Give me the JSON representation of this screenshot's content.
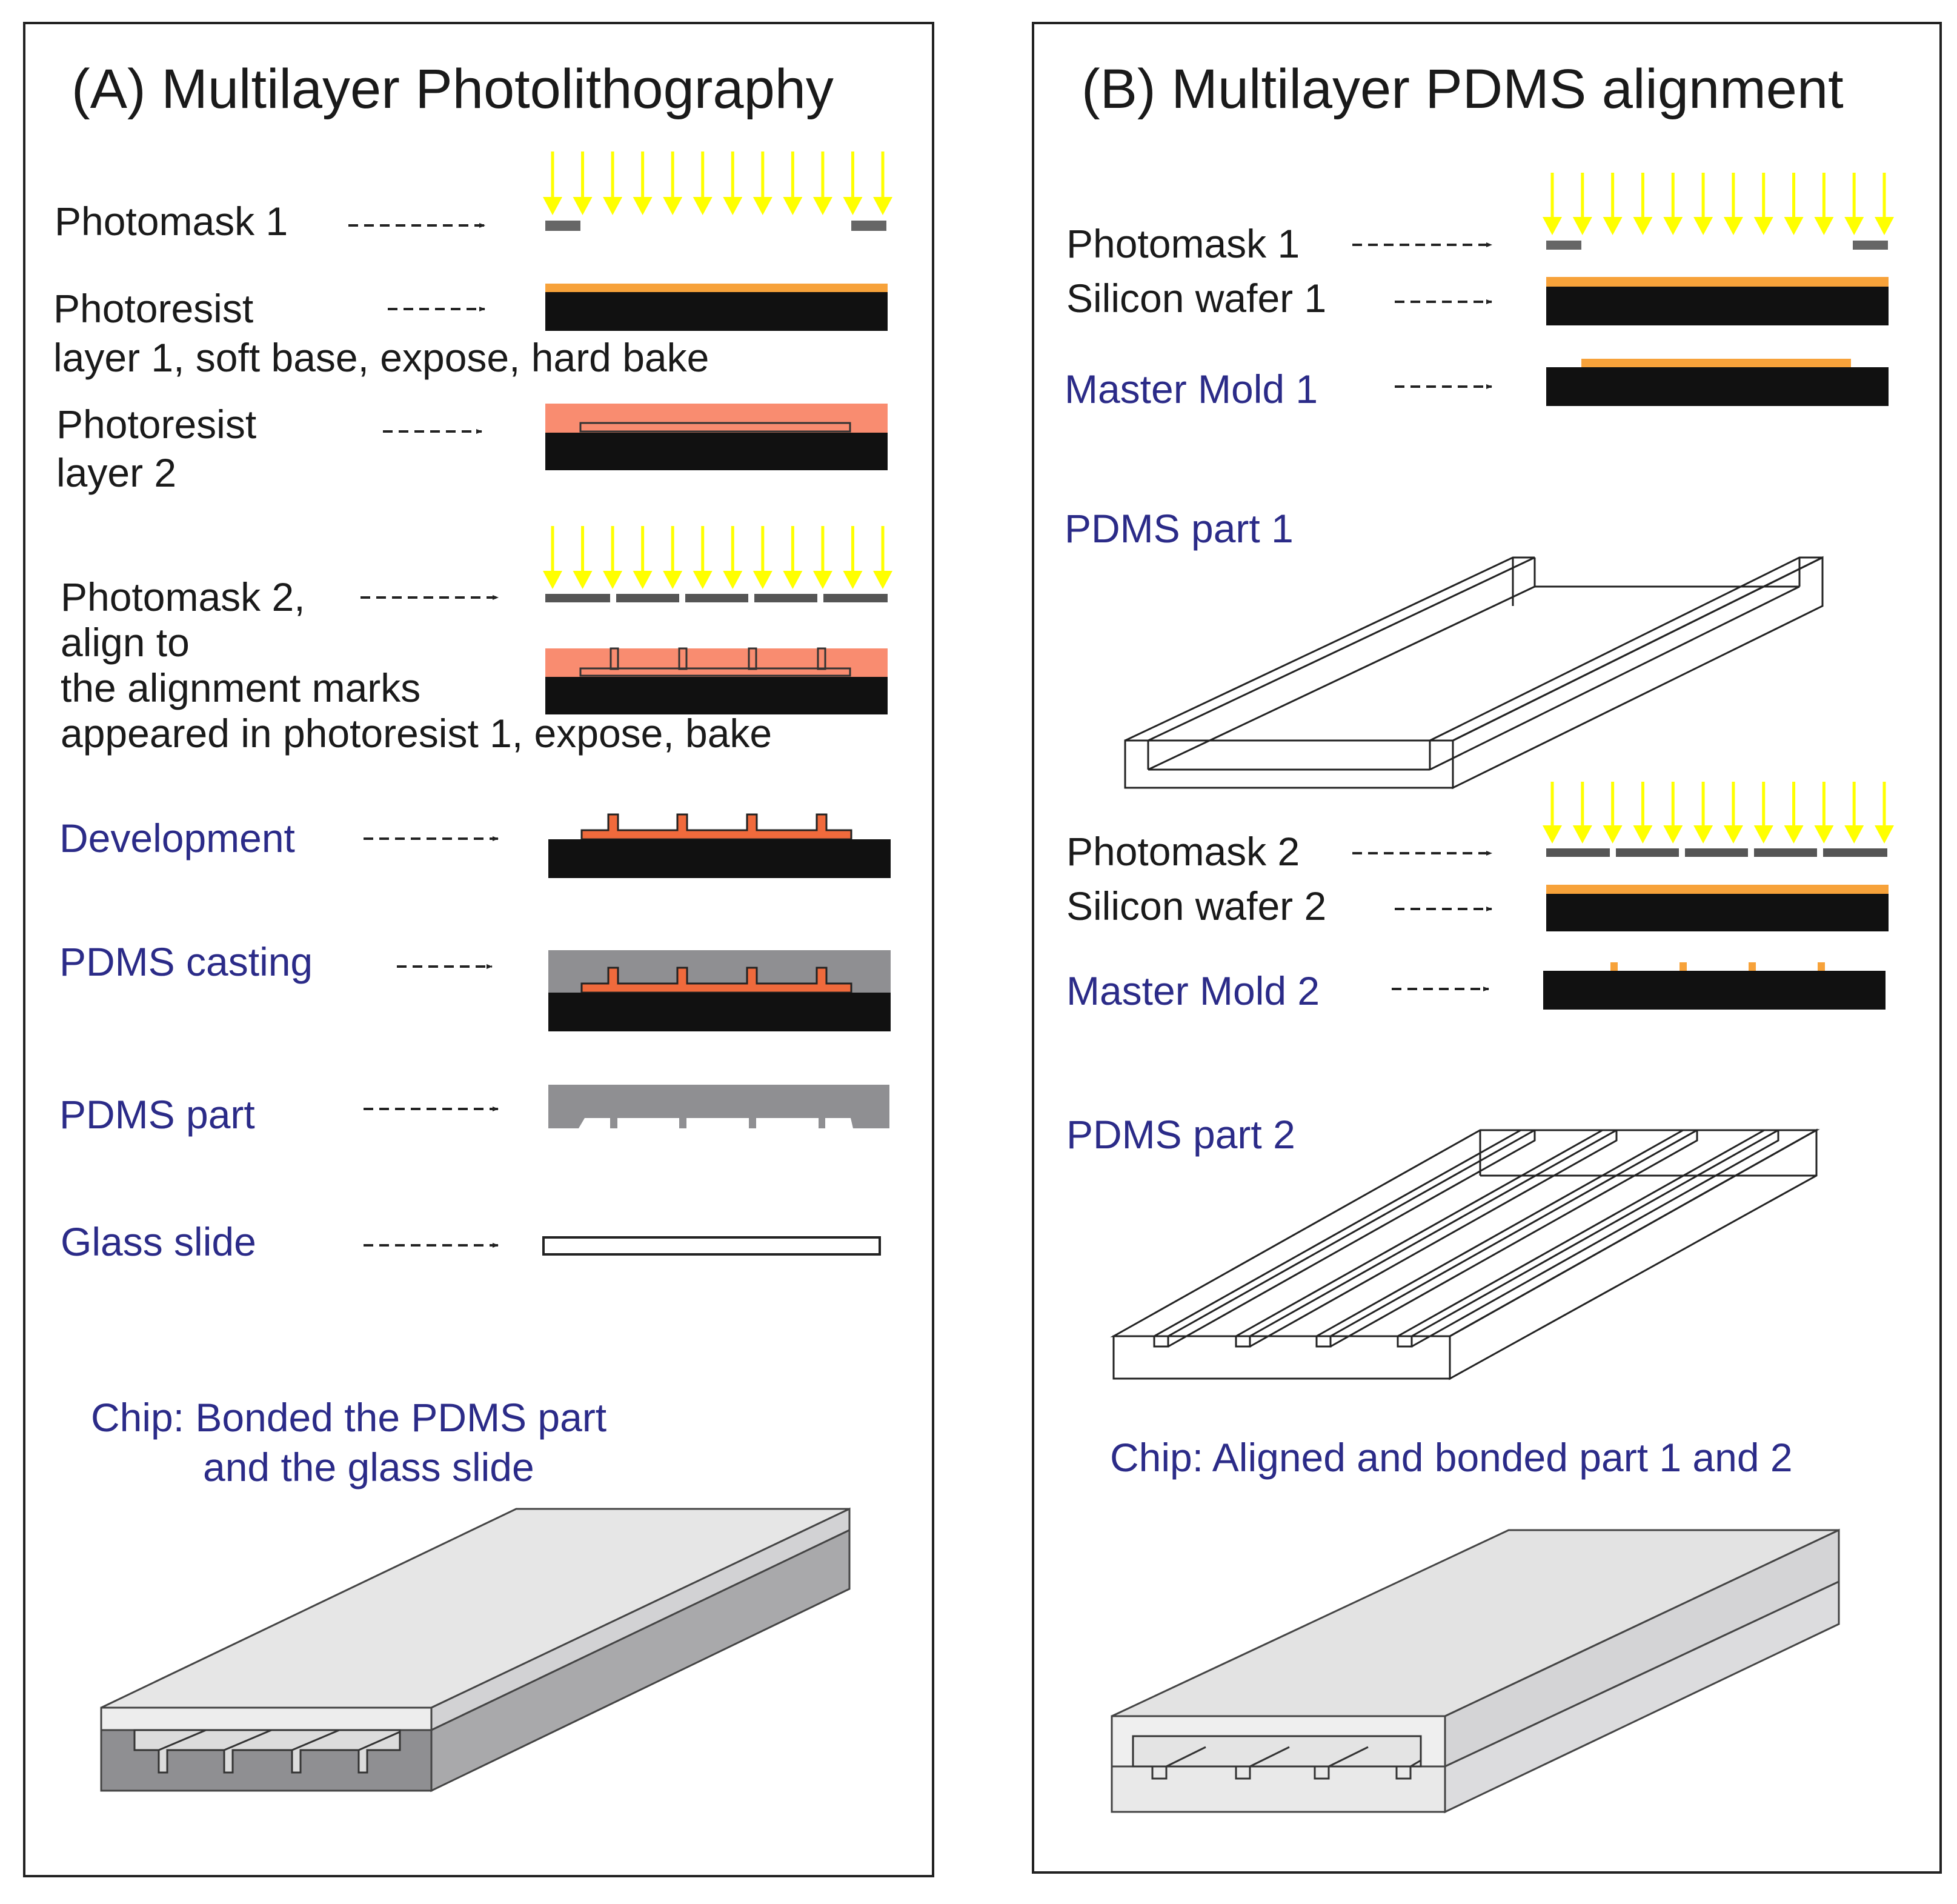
{
  "colors": {
    "light_arrow": "#ffff00",
    "photoresist_orange": "#f7a23a",
    "photoresist2_salmon": "#f98c70",
    "feature_orange": "#f06a3c",
    "wafer_black": "#111111",
    "mask_gray": "#666666",
    "pdms_gray": "#8f8f92",
    "label_blue": "#2b2b88",
    "label_black": "#1a1a1a"
  },
  "panel_a": {
    "title": "(A) Multilayer Photolithography",
    "photomask1": "Photomask 1",
    "photoresist1_line1": "Photoresist",
    "photoresist1_line2": "layer 1, soft base, expose, hard bake",
    "photoresist2_line1": "Photoresist",
    "photoresist2_line2": "layer 2",
    "photomask2_line1": "Photomask 2,",
    "photomask2_line2": "align to",
    "photomask2_line3": "the alignment marks",
    "photomask2_line4": "appeared in photoresist 1, expose, bake",
    "development": "Development",
    "pdms_casting": "PDMS casting",
    "pdms_part": "PDMS part",
    "glass_slide": "Glass slide",
    "chip_line1": "Chip: Bonded the PDMS part",
    "chip_line2": "and the glass slide"
  },
  "panel_b": {
    "title": "(B) Multilayer PDMS alignment",
    "photomask1": "Photomask 1",
    "silicon_wafer1": "Silicon wafer 1",
    "master_mold1": "Master Mold 1",
    "pdms_part1": "PDMS part 1",
    "photomask2": "Photomask 2",
    "silicon_wafer2": "Silicon wafer 2",
    "master_mold2": "Master Mold 2",
    "pdms_part2": "PDMS part 2",
    "chip": "Chip: Aligned and bonded part 1 and 2"
  }
}
